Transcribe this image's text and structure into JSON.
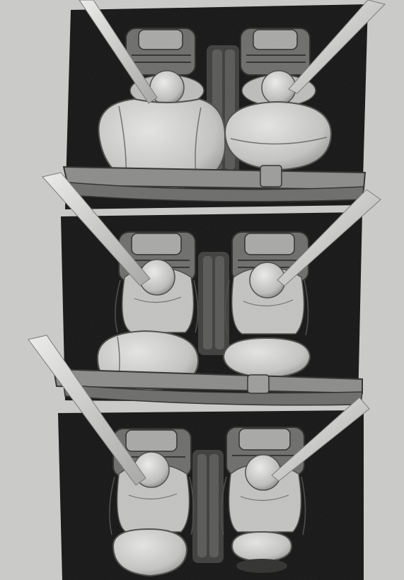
{
  "illustration": {
    "panels": [
      "airbag-deployed",
      "airbag-deflating",
      "airbag-deflated"
    ],
    "colors": {
      "paper": "#cbcbc9",
      "dark": "#121212",
      "light": "#dcdcda",
      "mid": "#a9a9a7",
      "shade": "#7d7d7b",
      "outline": "#4a4a48"
    }
  }
}
